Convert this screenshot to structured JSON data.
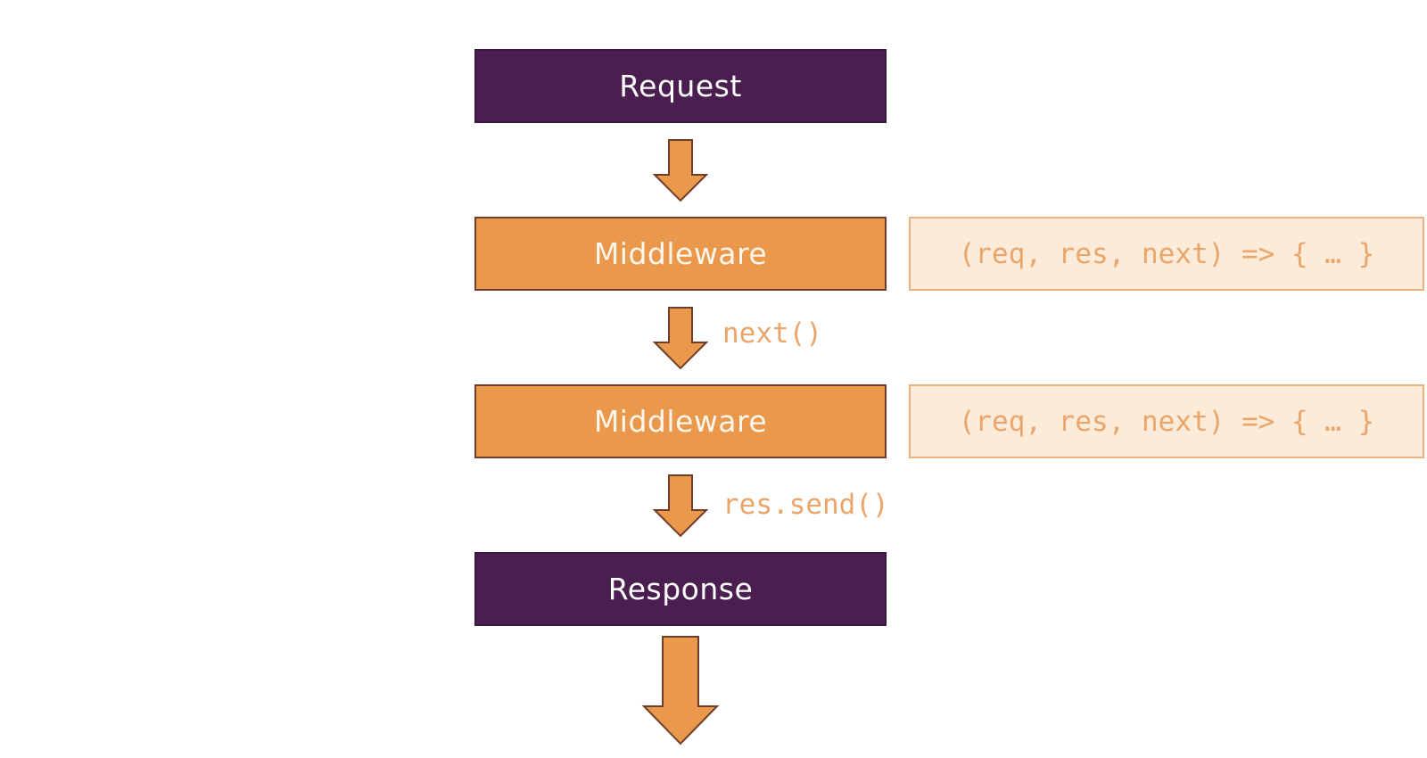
{
  "diagram": {
    "request_label": "Request",
    "middleware1_label": "Middleware",
    "middleware2_label": "Middleware",
    "response_label": "Response",
    "middleware1_code": "(req, res, next) => { … }",
    "middleware2_code": "(req, res, next) => { … }",
    "arrow2_label": "next()",
    "arrow3_label": "res.send()"
  },
  "colors": {
    "dark_purple": "#4a1f4f",
    "orange": "#e9984c",
    "code_bg": "#fcebd9",
    "code_text": "#e9a56a"
  }
}
